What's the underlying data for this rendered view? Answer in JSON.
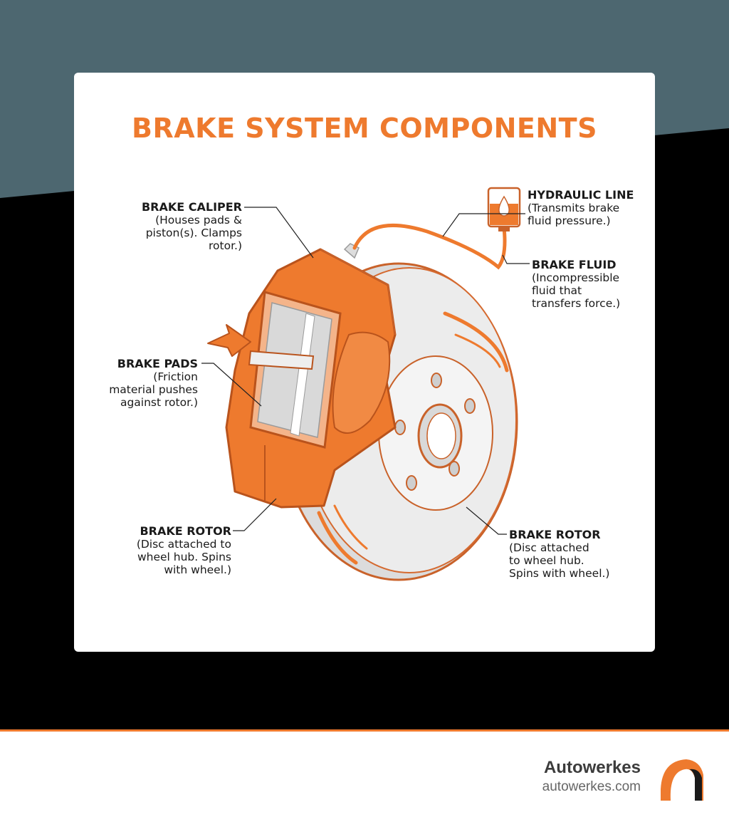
{
  "title": "BRAKE SYSTEM COMPONENTS",
  "labels": {
    "caliper": {
      "head": "BRAKE CALIPER",
      "desc": "(Houses pads &\npiston(s). Clamps\nrotor.)"
    },
    "hydraulic_line": {
      "head": "HYDRAULIC LINE",
      "desc": "(Transmits brake\nfluid pressure.)"
    },
    "brake_fluid": {
      "head": "BRAKE FLUID",
      "desc": "(Incompressible\nfluid that\ntransfers force.)"
    },
    "pads": {
      "head": "BRAKE PADS",
      "desc": "(Friction\nmaterial pushes\nagainst rotor.)"
    },
    "rotor_left": {
      "head": "BRAKE ROTOR",
      "desc": "(Disc attached to\nwheel hub. Spins\nwith wheel.)"
    },
    "rotor_right": {
      "head": "BRAKE ROTOR",
      "desc": "(Disc attached\nto wheel hub.\nSpins with wheel.)"
    }
  },
  "brand": {
    "name": "Autowerkes",
    "url": "autowerkes.com"
  },
  "colors": {
    "accent": "#ee7a2e",
    "slate": "#4d6770",
    "rotor": "#e9e9e9"
  }
}
